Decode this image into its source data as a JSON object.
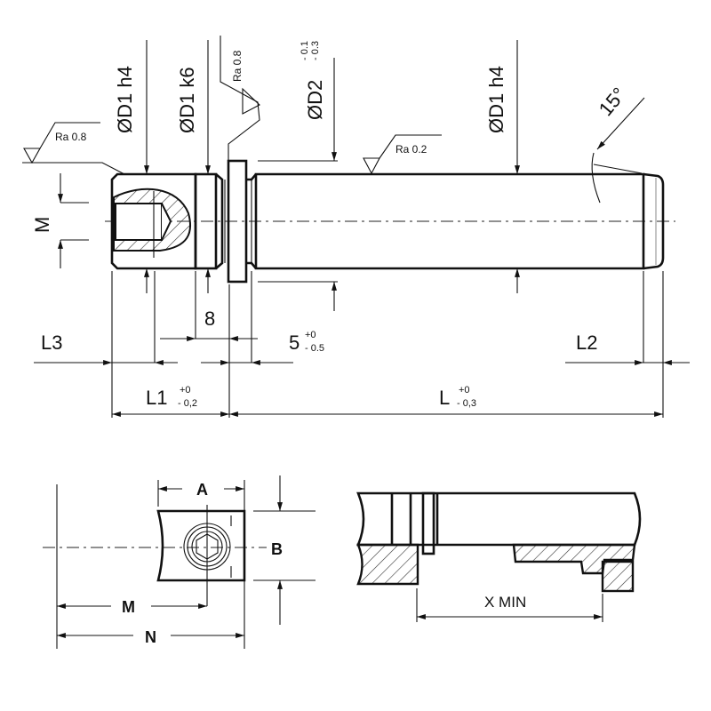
{
  "main_view": {
    "d1_h4_left": "ØD1 h4",
    "d1_k6": "ØD1 k6",
    "ra_collar": "Ra 0.8",
    "d2": "ØD2",
    "d2_tol_upper": "- 0.1",
    "d2_tol_lower": "- 0.3",
    "d1_h4_right": "ØD1 h4",
    "angle": "15°",
    "ra_left": "Ra 0.8",
    "ra_shaft": "Ra 0.2",
    "m_label": "M",
    "dim_8": "8",
    "l3": "L3",
    "dim_5": "5",
    "dim_5_tol_upper": "+0",
    "dim_5_tol_lower": "- 0.5",
    "l2": "L2",
    "l1": "L1",
    "l1_tol_upper": "+0",
    "l1_tol_lower": "- 0,2",
    "l": "L",
    "l_tol_upper": "+0",
    "l_tol_lower": "- 0,3"
  },
  "end_view": {
    "a": "A",
    "b": "B",
    "m": "M",
    "n": "N"
  },
  "install_view": {
    "x_min": "X MIN"
  }
}
